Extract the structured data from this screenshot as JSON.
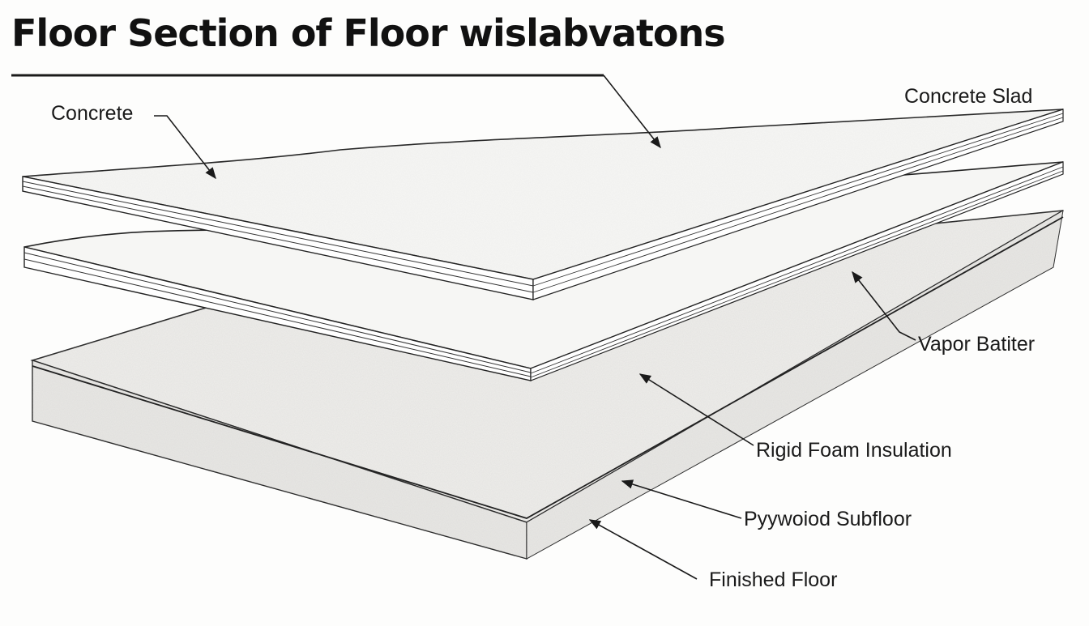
{
  "title": "Floor Section of Floor  wislabvatons",
  "labels": {
    "concrete": "Concrete",
    "concrete_slab": "Concrete Slad",
    "vapor_barrier": "Vapor Batiter",
    "rigid_foam": "Rigid Foam Insulation",
    "plywood_subfloor": "Pyywoiod Subfloor",
    "finished_floor": "Finished Floor"
  },
  "colors": {
    "ink": "#1a1a1a",
    "paper": "#fdfdfc",
    "layer_fill": "#f4f4f2",
    "foam_fill": "#ecebe8"
  }
}
